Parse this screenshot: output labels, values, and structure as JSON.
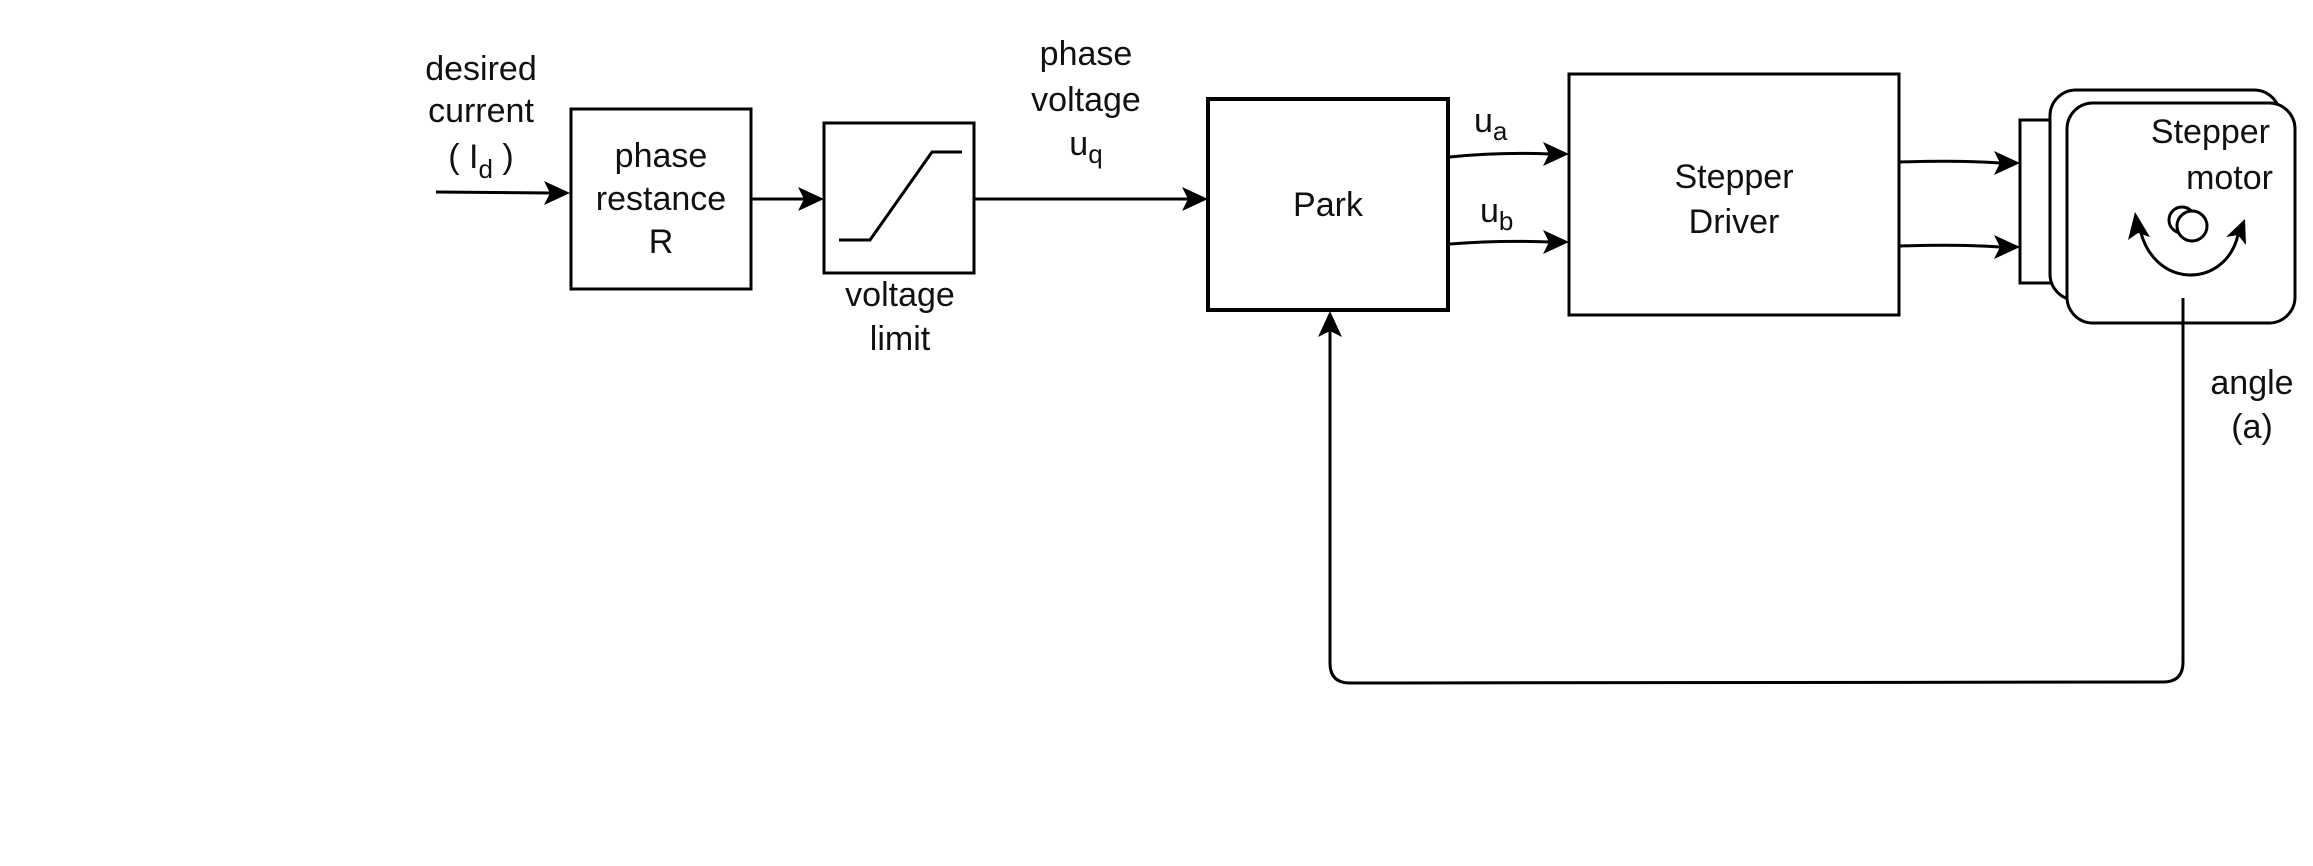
{
  "input": {
    "line1": "desired",
    "line2": "current",
    "open": "( I",
    "sub": "d",
    "close": " )"
  },
  "phase_resistance": {
    "line1": "phase",
    "line2": "restance",
    "line3": "R"
  },
  "voltage_limit": {
    "line1": "voltage",
    "line2": "limit"
  },
  "phase_voltage": {
    "line1": "phase",
    "line2": "voltage",
    "symbol": "u",
    "sub": "q"
  },
  "park": {
    "label": "Park"
  },
  "ua": {
    "symbol": "u",
    "sub": "a"
  },
  "ub": {
    "symbol": "u",
    "sub": "b"
  },
  "driver": {
    "line1": "Stepper",
    "line2": "Driver"
  },
  "motor": {
    "line1": "Stepper",
    "line2": "motor"
  },
  "angle": {
    "line1": "angle",
    "line2": "(a)"
  },
  "icons": {
    "saturation": "saturation-curve-icon",
    "motor": "stepper-motor-icon",
    "rotation": "rotation-arrow-icon"
  }
}
